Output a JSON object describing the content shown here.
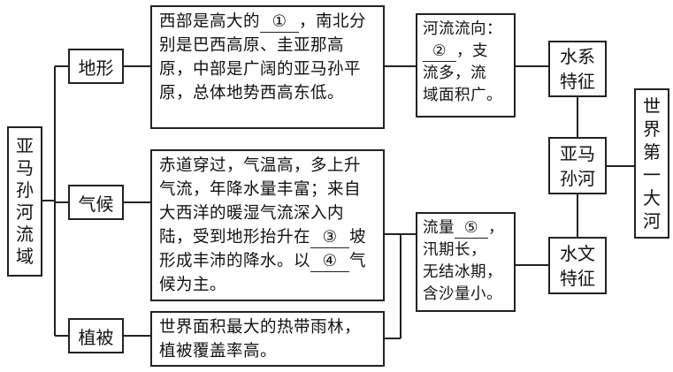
{
  "region": [
    "亚",
    "马",
    "孙",
    "河",
    "流",
    "域"
  ],
  "topics": {
    "terrain": "地形",
    "climate": "气候",
    "vegetation": "植被"
  },
  "terrain_text": {
    "pre": "西部是高大的",
    "blank": "①",
    "post": "，南北分别是巴西高原、圭亚那高原，中部是广阔的亚马孙平原，总体地势西高东低。"
  },
  "climate_text": {
    "part1": "赤道穿过，气温高，多上升气流，年降水量丰富；来自大西洋的暖湿气流深入内陆，受到地形抬升在",
    "blank3": "③",
    "part2": "坡形成丰沛的降水。以",
    "blank4": "④",
    "part3": "气候为主。"
  },
  "vegetation_text": "世界面积最大的热带雨林，植被覆盖率高。",
  "flow_direction": {
    "line1": "河流流向：",
    "blank": "②",
    "line2_post": "，支",
    "line3": "流多，流",
    "line4": "域面积广。"
  },
  "flow_volume": {
    "pre": "流量",
    "blank": "⑤",
    "post": "，",
    "line2": "汛期长，",
    "line3": "无结冰期，",
    "line4": "含沙量小。"
  },
  "water_system": [
    "水系",
    "特征"
  ],
  "hydrology": [
    "水文",
    "特征"
  ],
  "amazon": [
    "亚马",
    "孙河"
  ],
  "title": [
    "世",
    "界",
    "第",
    "一",
    "大",
    "河"
  ]
}
